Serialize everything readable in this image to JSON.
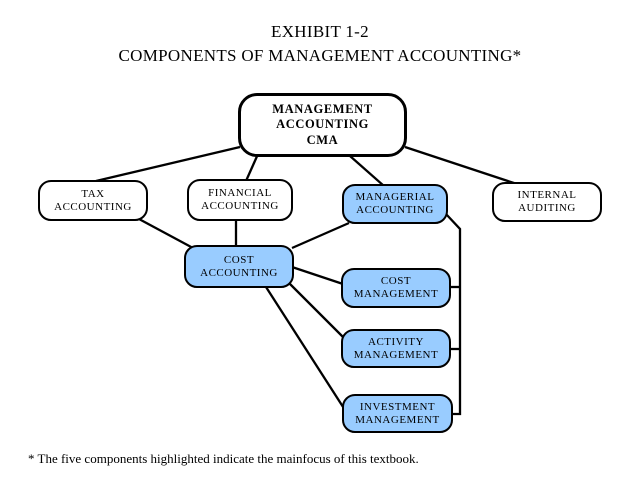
{
  "title": {
    "line1": "EXHIBIT 1-2",
    "line2": "COMPONENTS OF MANAGEMENT ACCOUNTING*"
  },
  "footnote": "* The five components highlighted indicate the mainfocus of this textbook.",
  "colors": {
    "highlight": "#99CCFF",
    "box_background": "#FFFFFF",
    "border_and_lines": "#000000"
  },
  "nodes": {
    "cma": {
      "label": "MANAGEMENT\nACCOUNTING\nCMA",
      "highlighted": false
    },
    "tax": {
      "label": "TAX\nACCOUNTING",
      "highlighted": false
    },
    "financial": {
      "label": "FINANCIAL\nACCOUNTING",
      "highlighted": false
    },
    "managerial": {
      "label": "MANAGERIAL\nACCOUNTING",
      "highlighted": true
    },
    "internal": {
      "label": "INTERNAL\nAUDITING",
      "highlighted": false
    },
    "cost_accounting": {
      "label": "COST\nACCOUNTING",
      "highlighted": true
    },
    "cost_management": {
      "label": "COST\nMANAGEMENT",
      "highlighted": true
    },
    "activity_management": {
      "label": "ACTIVITY\nMANAGEMENT",
      "highlighted": true
    },
    "investment_management": {
      "label": "INVESTMENT\nMANAGEMENT",
      "highlighted": true
    }
  },
  "edges": [
    {
      "from": "cma",
      "to": "tax"
    },
    {
      "from": "cma",
      "to": "financial"
    },
    {
      "from": "cma",
      "to": "managerial"
    },
    {
      "from": "cma",
      "to": "internal"
    },
    {
      "from": "tax",
      "to": "cost_accounting"
    },
    {
      "from": "financial",
      "to": "cost_accounting"
    },
    {
      "from": "managerial",
      "to": "cost_accounting"
    },
    {
      "from": "cost_accounting",
      "to": "cost_management"
    },
    {
      "from": "cost_accounting",
      "to": "activity_management"
    },
    {
      "from": "cost_accounting",
      "to": "investment_management"
    },
    {
      "from": "managerial",
      "to": "cost_management"
    },
    {
      "from": "managerial",
      "to": "activity_management"
    },
    {
      "from": "managerial",
      "to": "investment_management"
    }
  ]
}
